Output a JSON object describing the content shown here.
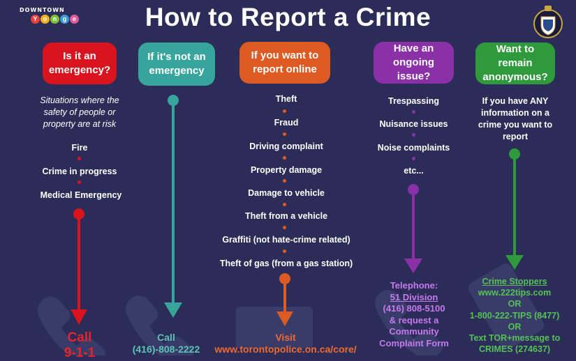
{
  "header": {
    "title": "How to Report a Crime",
    "logo_text": "DOWNTOWN",
    "logo_letters": [
      "Y",
      "o",
      "n",
      "g",
      "e"
    ]
  },
  "colors": {
    "background": "#2b2c57",
    "red": "#d9141f",
    "teal": "#38a59c",
    "orange": "#dd5a22",
    "purple": "#8a31a8",
    "green": "#2f9a3b",
    "purple_text": "#c67af0",
    "green_text": "#55c257",
    "teal_text": "#5ec4b8",
    "orange_text": "#ef6a30",
    "red_text": "#e8232c"
  },
  "columns": {
    "emergency": {
      "heading": "Is it an emergency?",
      "description": "Situations where the safety of people or property are at risk",
      "items": [
        "Fire",
        "Crime in progress",
        "Medical Emergency"
      ],
      "action_line1": "Call",
      "action_line2": "9-1-1"
    },
    "non_emergency": {
      "heading": "If it's not an emergency",
      "action_line1": "Call",
      "action_line2": "(416)-808-2222"
    },
    "online": {
      "heading": "If you want to report online",
      "items": [
        "Theft",
        "Fraud",
        "Driving complaint",
        "Property damage",
        "Damage to vehicle",
        "Theft from a vehicle",
        "Graffiti (not hate-crime related)",
        "Theft of gas (from a gas station)"
      ],
      "action_line1": "Visit",
      "action_line2": "www.torontopolice.on.ca/core/"
    },
    "ongoing": {
      "heading": "Have an ongoing issue?",
      "items": [
        "Trespassing",
        "Nuisance issues",
        "Noise complaints",
        "etc..."
      ],
      "action_lines": [
        "Telephone:",
        "51 Division",
        "(416) 808-5100",
        "& request a",
        "Community",
        "Complaint Form"
      ]
    },
    "anonymous": {
      "heading": "Want to remain anonymous?",
      "description": "If you have ANY information on a crime you want to report",
      "action_lines": [
        "Crime Stoppers",
        "www.222tips.com",
        "OR",
        "1-800-222-TIPS (8477)",
        "OR",
        "Text TOR+message to",
        "CRIMES (274637)"
      ]
    }
  }
}
